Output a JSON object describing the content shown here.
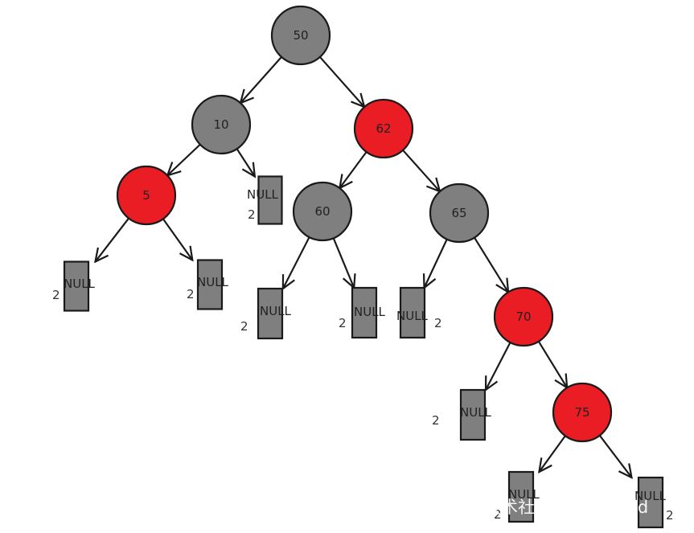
{
  "colors": {
    "red_node": "#ea1c24",
    "black_node": "#7f7f7f",
    "null_leaf": "#7f7f7f",
    "stroke": "#1a1a1a",
    "background": "#ffffff"
  },
  "null_text": "NULL",
  "black_height_text": "2",
  "watermark": "掘金技术社区 @ ARcueid",
  "nodes": [
    {
      "id": "n50",
      "label": "50",
      "color": "black"
    },
    {
      "id": "n10",
      "label": "10",
      "color": "black"
    },
    {
      "id": "n62",
      "label": "62",
      "color": "red"
    },
    {
      "id": "n5",
      "label": "5",
      "color": "red"
    },
    {
      "id": "n60",
      "label": "60",
      "color": "black"
    },
    {
      "id": "n65",
      "label": "65",
      "color": "black"
    },
    {
      "id": "n70",
      "label": "70",
      "color": "red"
    },
    {
      "id": "n75",
      "label": "75",
      "color": "red"
    }
  ],
  "edges": [
    [
      "n50",
      "n10"
    ],
    [
      "n50",
      "n62"
    ],
    [
      "n10",
      "n5"
    ],
    [
      "n10",
      "null-10-right"
    ],
    [
      "n62",
      "n60"
    ],
    [
      "n62",
      "n65"
    ],
    [
      "n5",
      "null-5-left"
    ],
    [
      "n5",
      "null-5-right"
    ],
    [
      "n60",
      "null-60-left"
    ],
    [
      "n60",
      "null-60-right"
    ],
    [
      "n65",
      "null-65-left"
    ],
    [
      "n65",
      "n70"
    ],
    [
      "n70",
      "null-70-left"
    ],
    [
      "n70",
      "n75"
    ],
    [
      "n75",
      "null-75-left"
    ],
    [
      "n75",
      "null-75-right"
    ]
  ],
  "null_leaves": [
    {
      "id": "null-10-right",
      "parent": "n10"
    },
    {
      "id": "null-5-left",
      "parent": "n5"
    },
    {
      "id": "null-5-right",
      "parent": "n5"
    },
    {
      "id": "null-60-left",
      "parent": "n60"
    },
    {
      "id": "null-60-right",
      "parent": "n60"
    },
    {
      "id": "null-65-left",
      "parent": "n65"
    },
    {
      "id": "null-70-left",
      "parent": "n70"
    },
    {
      "id": "null-75-left",
      "parent": "n75"
    },
    {
      "id": "null-75-right",
      "parent": "n75"
    }
  ]
}
